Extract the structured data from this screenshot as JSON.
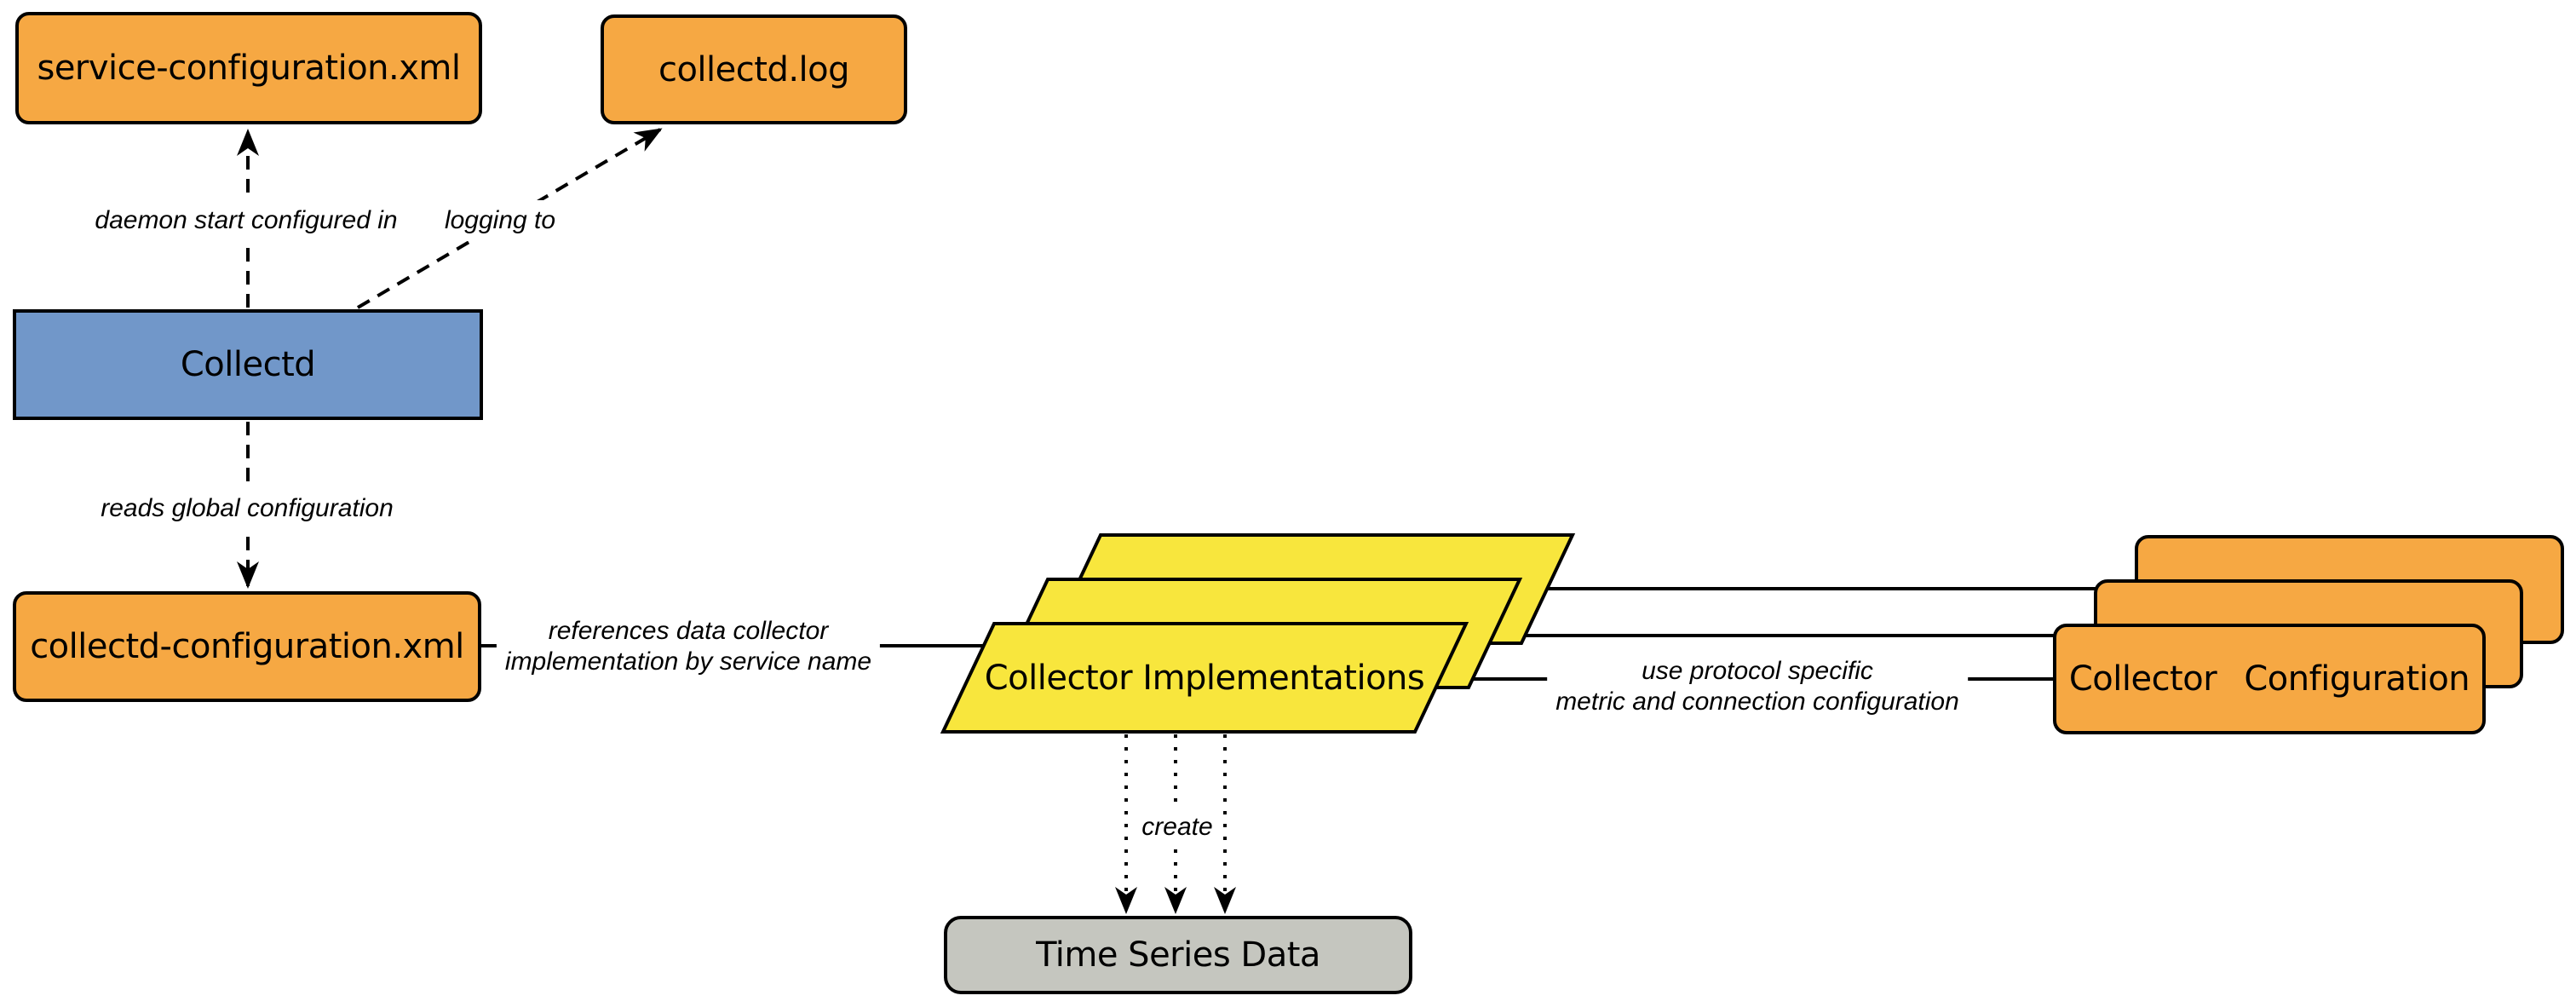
{
  "diagram": {
    "colors": {
      "orange": "#F6A843",
      "blue": "#7197C9",
      "yellow": "#F8E63D",
      "gray": "#C5C6BF",
      "line": "#000000"
    },
    "nodes": {
      "service_configuration": {
        "label": "service-configuration.xml"
      },
      "collectd_log": {
        "label": "collectd.log"
      },
      "collectd": {
        "label": "Collectd"
      },
      "collectd_configuration": {
        "label": "collectd-configuration.xml"
      },
      "collector_implementations": {
        "label": "Collector Implementations"
      },
      "collector_configuration": {
        "label": "Collector Configuration"
      },
      "time_series_data": {
        "label": "Time Series Data"
      }
    },
    "edges": {
      "daemon_start": {
        "label": "daemon start configured in"
      },
      "logging_to": {
        "label": "logging to"
      },
      "reads_global": {
        "label": "reads global configuration"
      },
      "references": {
        "label_line1": "references data collector",
        "label_line2": "implementation by service name"
      },
      "use_protocol": {
        "label_line1": "use protocol specific",
        "label_line2": "metric and connection configuration"
      },
      "create": {
        "label": "create"
      }
    }
  }
}
